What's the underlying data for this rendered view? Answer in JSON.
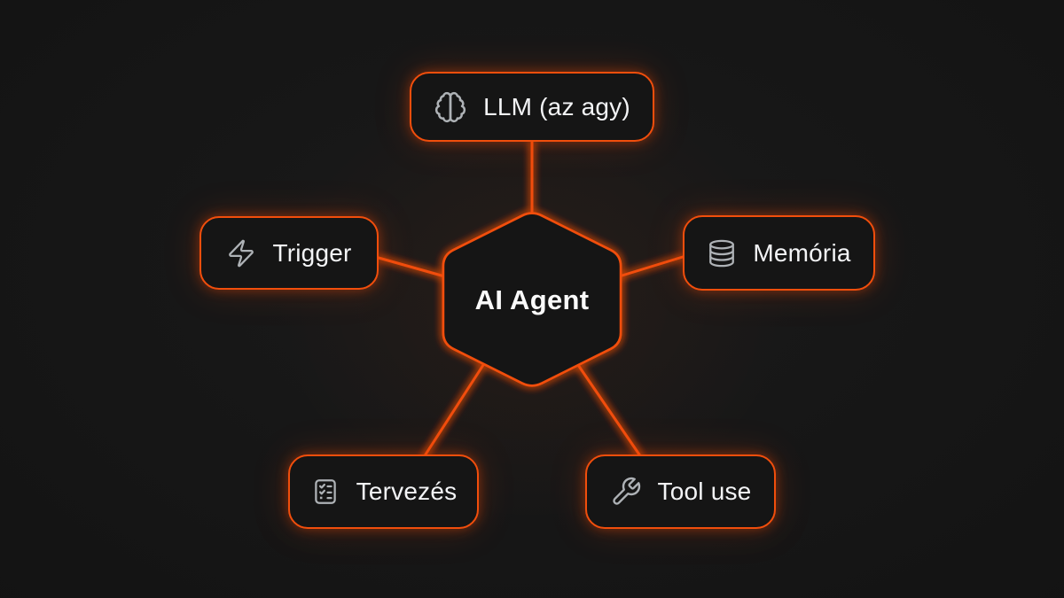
{
  "colors": {
    "accent": "#f14e0c",
    "glow": "#ff5500",
    "background": "#141414",
    "node_fill": "#151515",
    "text": "#f3f4f6",
    "icon": "#aeb2b6",
    "center_text": "#fafafa"
  },
  "center": {
    "label": "AI Agent",
    "shape": "hexagon"
  },
  "nodes": {
    "llm": {
      "label": "LLM (az agy)",
      "icon": "brain-icon"
    },
    "trigger": {
      "label": "Trigger",
      "icon": "lightning-icon"
    },
    "memoria": {
      "label": "Memória",
      "icon": "database-icon"
    },
    "tervezes": {
      "label": "Tervezés",
      "icon": "checklist-icon"
    },
    "tooluse": {
      "label": "Tool use",
      "icon": "wrench-icon"
    }
  },
  "edges": [
    {
      "from": "ai-agent",
      "to": "llm"
    },
    {
      "from": "ai-agent",
      "to": "trigger"
    },
    {
      "from": "ai-agent",
      "to": "memoria"
    },
    {
      "from": "ai-agent",
      "to": "tervezes"
    },
    {
      "from": "ai-agent",
      "to": "tooluse"
    }
  ]
}
